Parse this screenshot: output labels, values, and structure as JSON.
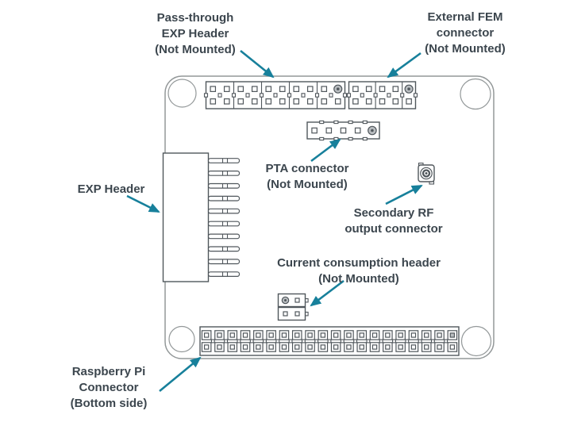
{
  "diagram": {
    "labels": {
      "pass_through": "Pass-through\nEXP Header\n(Not Mounted)",
      "external_fem": "External FEM\nconnector\n(Not Mounted)",
      "pta": "PTA connector\n(Not Mounted)",
      "exp_header": "EXP Header",
      "secondary_rf": "Secondary RF\noutput connector",
      "current_consumption": "Current consumption header\n(Not Mounted)",
      "raspberry_pi": "Raspberry Pi\nConnector\n(Bottom side)"
    },
    "colors": {
      "label_text": "#3c464e",
      "arrow": "#17809b",
      "connector_line": "#50575c",
      "board_line": "#939899",
      "pin_fill": "#b9bdc0"
    }
  }
}
